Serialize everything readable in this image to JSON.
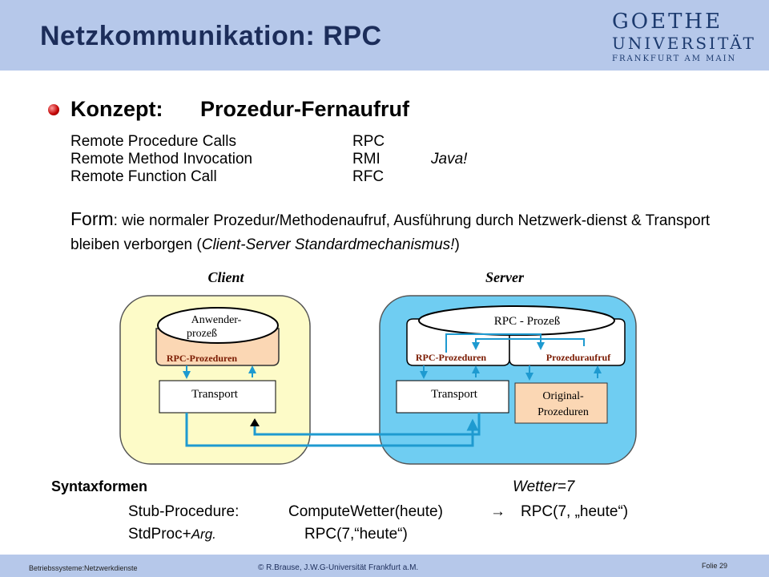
{
  "header": {
    "title": "Netzkommunikation: RPC",
    "logo": {
      "line1": "GOETHE",
      "line2": "UNIVERSITÄT",
      "line3": "FRANKFURT AM MAIN"
    }
  },
  "concept": {
    "label": "Konzept:",
    "value": "Prozedur-Fernaufruf"
  },
  "remote_calls": [
    {
      "name": "Remote Procedure Calls",
      "abbr": "RPC",
      "note": ""
    },
    {
      "name": "Remote Method Invocation",
      "abbr": "RMI",
      "note": "Java!"
    },
    {
      "name": "Remote Function Call",
      "abbr": "RFC",
      "note": ""
    }
  ],
  "form": {
    "label": "Form",
    "text_a": ": wie normaler Prozedur/Methodenaufruf, Ausführung durch Netzwerk-dienst & Transport bleiben verborgen (",
    "text_italic": "Client-Server Standardmechanismus!",
    "text_b": ")"
  },
  "diagram": {
    "client_label": "Client",
    "server_label": "Server",
    "client_process": "Anwender-",
    "client_process2": "prozeß",
    "client_rpc": "RPC-Prozeduren",
    "client_transport": "Transport",
    "server_process": "RPC - Prozeß",
    "server_rpc": "RPC-Prozeduren",
    "server_call": "Prozeduraufruf",
    "server_transport": "Transport",
    "original": "Original-",
    "original2": "Prozeduren",
    "colors": {
      "client_bg": "#fdfbc8",
      "server_bg": "#6fcdf2",
      "arrow": "#1e9ad0",
      "original_bg": "#fbd7b4"
    }
  },
  "syntax": {
    "heading": "Syntaxformen",
    "example": "Wetter=7",
    "stub_label": "Stub-Procedure:",
    "stub_call": "ComputeWetter(heute)",
    "stub_arrow": "→",
    "stub_rpc": "RPC(7, „heute“)",
    "std_label": "StdProc+",
    "std_arg": "Arg.",
    "std_rpc": "RPC(7,“heute“)"
  },
  "footer": {
    "left_a": "Betriebssysteme:",
    "left_b": "Netzwerkdienste",
    "center": "© R.Brause, J.W.G-Universität Frankfurt a.M.",
    "right": "Folie 29"
  }
}
